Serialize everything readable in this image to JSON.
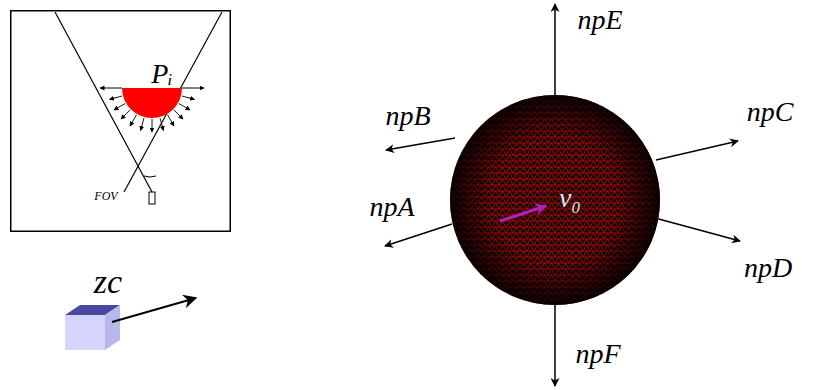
{
  "diagram": {
    "nodes": [
      {
        "text": [
          "Pᵢ",
          "FOV"
        ]
      },
      {
        "text": [
          "v₀"
        ]
      }
    ],
    "labels": [
      "zc",
      "npE",
      "npB",
      "npC",
      "npA",
      "npD",
      "npF"
    ]
  }
}
